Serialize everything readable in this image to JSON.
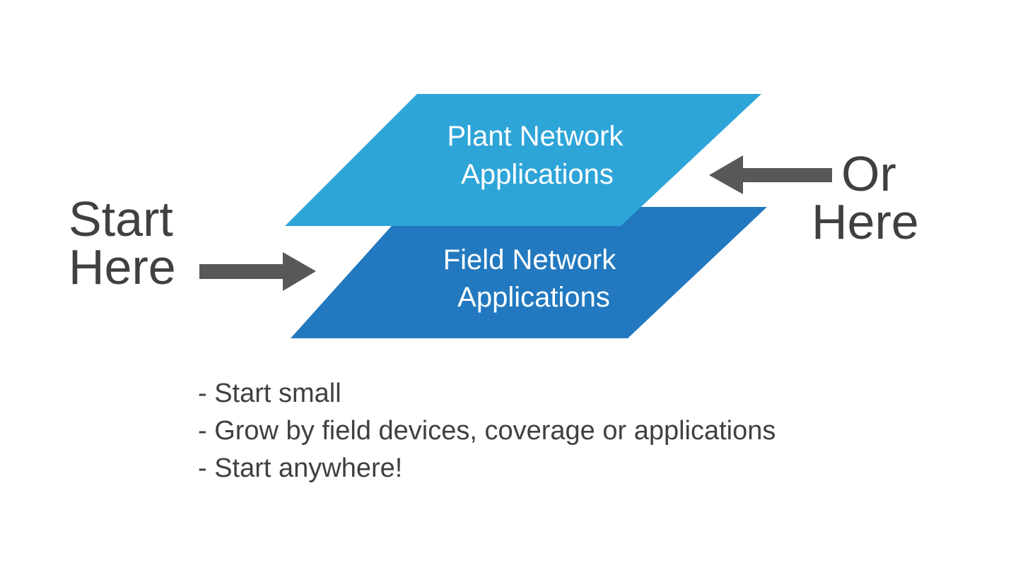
{
  "diagram": {
    "layers": [
      {
        "id": "plant",
        "lines": [
          "Plant Network",
          "Applications"
        ],
        "color": "#2EA5D8"
      },
      {
        "id": "field",
        "lines": [
          "Field Network",
          "Applications"
        ],
        "color": "#2279BF"
      }
    ],
    "entry_points": [
      {
        "id": "start",
        "lines": [
          "Start",
          "Here"
        ],
        "arrow_direction": "right",
        "target": "field"
      },
      {
        "id": "or",
        "lines": [
          "Or",
          "Here"
        ],
        "arrow_direction": "left",
        "target": "plant"
      }
    ],
    "arrow_color": "#58585A",
    "text_color": "#404040"
  },
  "bullets": [
    "- Start small",
    "- Grow by field devices, coverage or applications",
    "- Start anywhere!"
  ]
}
